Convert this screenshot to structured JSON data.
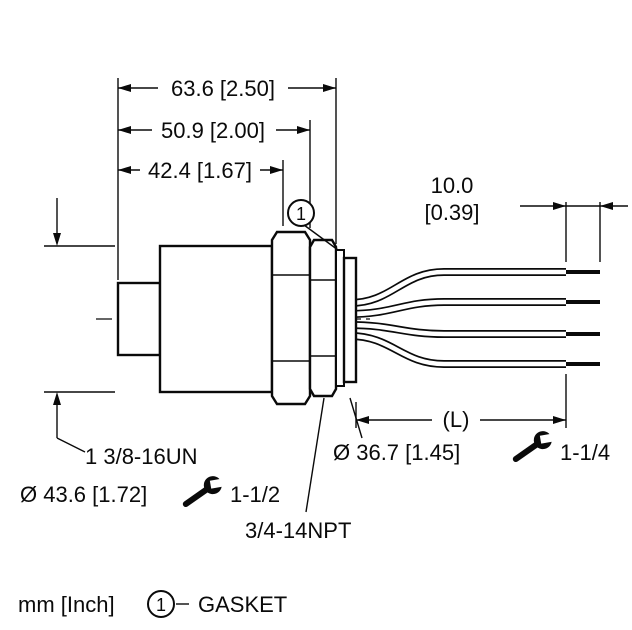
{
  "diagram": {
    "title": "connector-technical-drawing",
    "dims": {
      "overall_length": "63.6 [2.50]",
      "mid_length": "50.9 [2.00]",
      "body_length": "42.4 [1.67]",
      "strip_length_line1": "10.0",
      "strip_length_line2": "[0.39]",
      "cable_length": "(L)"
    },
    "labels": {
      "thread_un": "1 3/8-16UN",
      "body_diameter": "Ø 43.6 [1.72]",
      "wrench_size_1": "1-1/2",
      "thread_npt": "3/4-14NPT",
      "flange_diameter": "Ø 36.7 [1.45]",
      "wrench_size_2": "1-1/4"
    },
    "balloon": {
      "number": "1"
    },
    "legend": {
      "units": "mm [Inch]",
      "balloon_number": "1",
      "balloon_meaning": "GASKET"
    },
    "icons": {
      "wrench": "open-end-wrench"
    },
    "colors": {
      "line": "#0a0a0a",
      "background": "#ffffff"
    }
  }
}
